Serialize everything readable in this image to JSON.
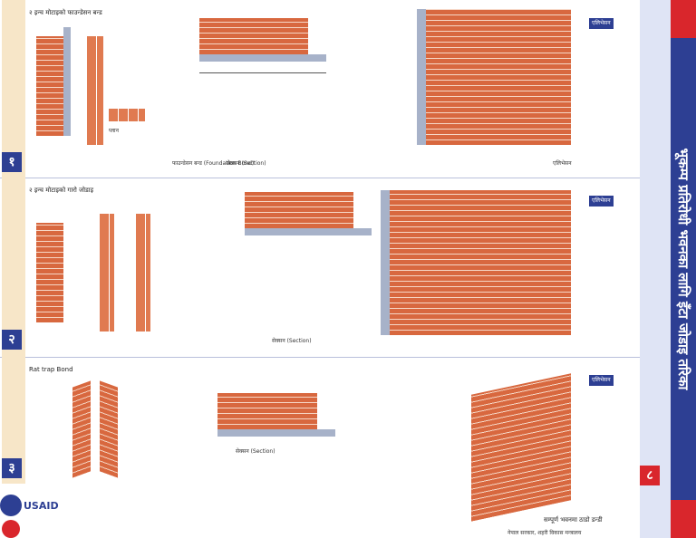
{
  "title": "भूकम्प प्रतिरोधी भवनका लागि इँटा जोडाइ तरिका",
  "steps": [
    {
      "number": "१",
      "label": "२ इन्च मोटाइको फाउन्डेसन बन्ड"
    },
    {
      "number": "२",
      "label": "२ इन्च मोटाइको गारो जोडाइ"
    },
    {
      "number": "३",
      "label": "Rat trap Bond"
    },
    {
      "number": "८",
      "label": "सम्पूर्ण भवनमा ठाडो डन्डी"
    }
  ],
  "sections": {
    "plan": "प्लान",
    "section": "सेक्सन (Section)",
    "elevation": "एलिभेसन",
    "foundation_bond": "फाउन्डेसन बन्ड (Foundation Bond)"
  },
  "footer": {
    "org": "USAID",
    "credit": "नेपाल सरकार, शहरी विकास मन्त्रालय"
  },
  "colors": {
    "brand": "#2d3f93",
    "accent": "#d9262c",
    "brick": "#e07a50"
  }
}
